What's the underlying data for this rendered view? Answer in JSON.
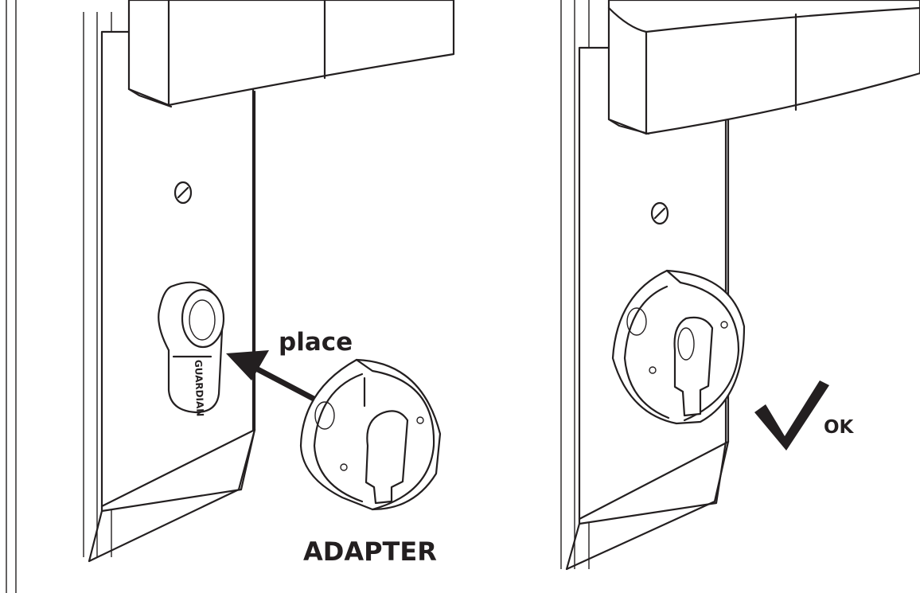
{
  "labels": {
    "place": "place",
    "adapter": "ADAPTER",
    "ok": "OK"
  },
  "cylinder_brand": "GUARDIAN",
  "colors": {
    "line": "#231f20",
    "background": "#ffffff"
  }
}
